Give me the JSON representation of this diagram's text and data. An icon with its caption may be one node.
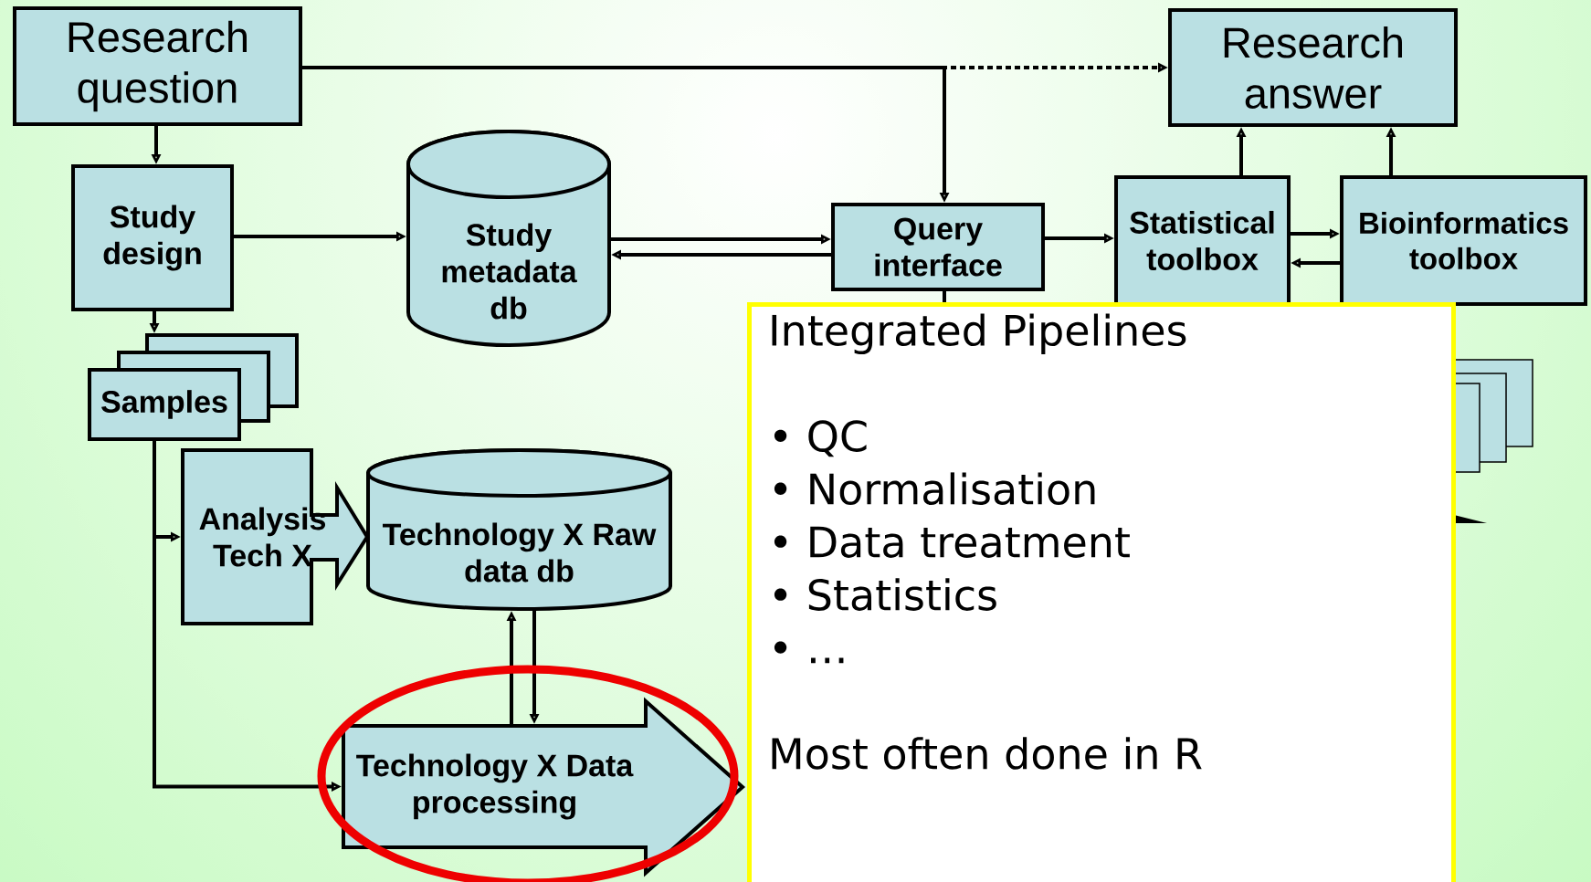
{
  "diagram": {
    "nodes": [
      {
        "text": [
          "Research question"
        ]
      },
      {
        "text": [
          "Research answer"
        ]
      },
      {
        "text": [
          "Study design"
        ]
      },
      {
        "text": [
          "Study metadata db"
        ]
      },
      {
        "text": [
          "Query interface"
        ]
      },
      {
        "text": [
          "Statistical toolbox"
        ]
      },
      {
        "text": [
          "Bioinformatics toolbox"
        ]
      },
      {
        "text": [
          "Samples"
        ]
      },
      {
        "text": [
          "Analysis Tech X"
        ]
      },
      {
        "text": [
          "Technology X Raw data db"
        ]
      },
      {
        "text": [
          "Technology X Data processing"
        ]
      },
      {
        "text": [
          "Integrated Pipelines",
          "• QC",
          "• Normalisation",
          "• Data treatment",
          "• Statistics",
          "• …",
          "Most often done in R"
        ]
      }
    ],
    "edges": [
      {
        "from": 0,
        "to": 2,
        "arrow": "to"
      },
      {
        "from": 0,
        "to": 1,
        "arrow": "to",
        "style": "dashed"
      },
      {
        "from": 0,
        "to": 4,
        "arrow": "to"
      },
      {
        "from": 2,
        "to": 3,
        "arrow": "to"
      },
      {
        "from": 3,
        "to": 4,
        "arrow": "to"
      },
      {
        "from": 4,
        "to": 3,
        "arrow": "to"
      },
      {
        "from": 4,
        "to": 5,
        "arrow": "to"
      },
      {
        "from": 5,
        "to": 6,
        "arrow": "to"
      },
      {
        "from": 6,
        "to": 5,
        "arrow": "to"
      },
      {
        "from": 5,
        "to": 1,
        "arrow": "to"
      },
      {
        "from": 6,
        "to": 1,
        "arrow": "to"
      },
      {
        "from": 2,
        "to": 7,
        "arrow": "to"
      },
      {
        "from": 7,
        "to": 8,
        "arrow": "to"
      },
      {
        "from": 7,
        "to": 10,
        "arrow": "to"
      },
      {
        "from": 10,
        "to": 9,
        "arrow": "to"
      },
      {
        "from": 9,
        "to": 10,
        "arrow": "to"
      }
    ]
  }
}
